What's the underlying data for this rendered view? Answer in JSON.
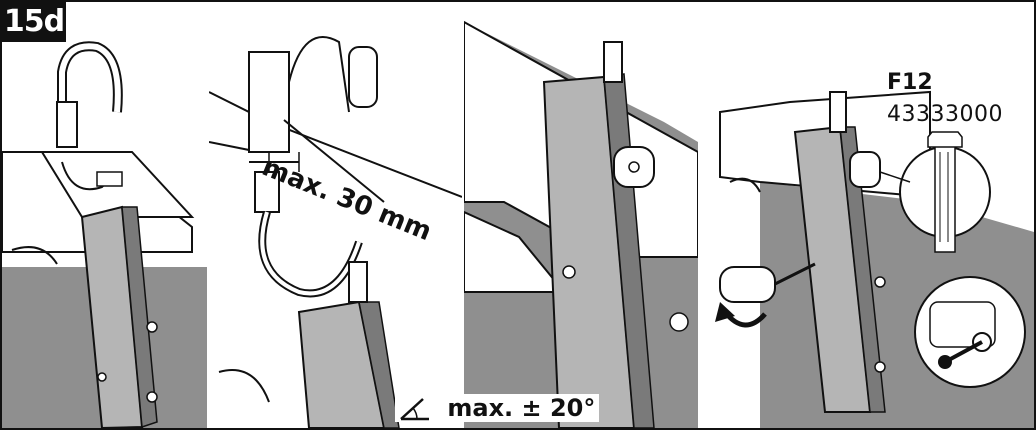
{
  "step": {
    "label": "15d"
  },
  "panel2": {
    "dimension_label": "max. 30 mm"
  },
  "angle": {
    "label": "max. ± 20°"
  },
  "part": {
    "code": "F12",
    "number": "43333000"
  },
  "colors": {
    "line": "#111111",
    "cabinet": "#8f8f8f",
    "rail": "#b5b5b5",
    "rail_dark": "#7a7a7a",
    "white": "#ffffff"
  },
  "icons": [
    "angle-icon",
    "screwdriver-icon",
    "rotation-arrow-icon",
    "screw-icon",
    "clip-icon"
  ]
}
